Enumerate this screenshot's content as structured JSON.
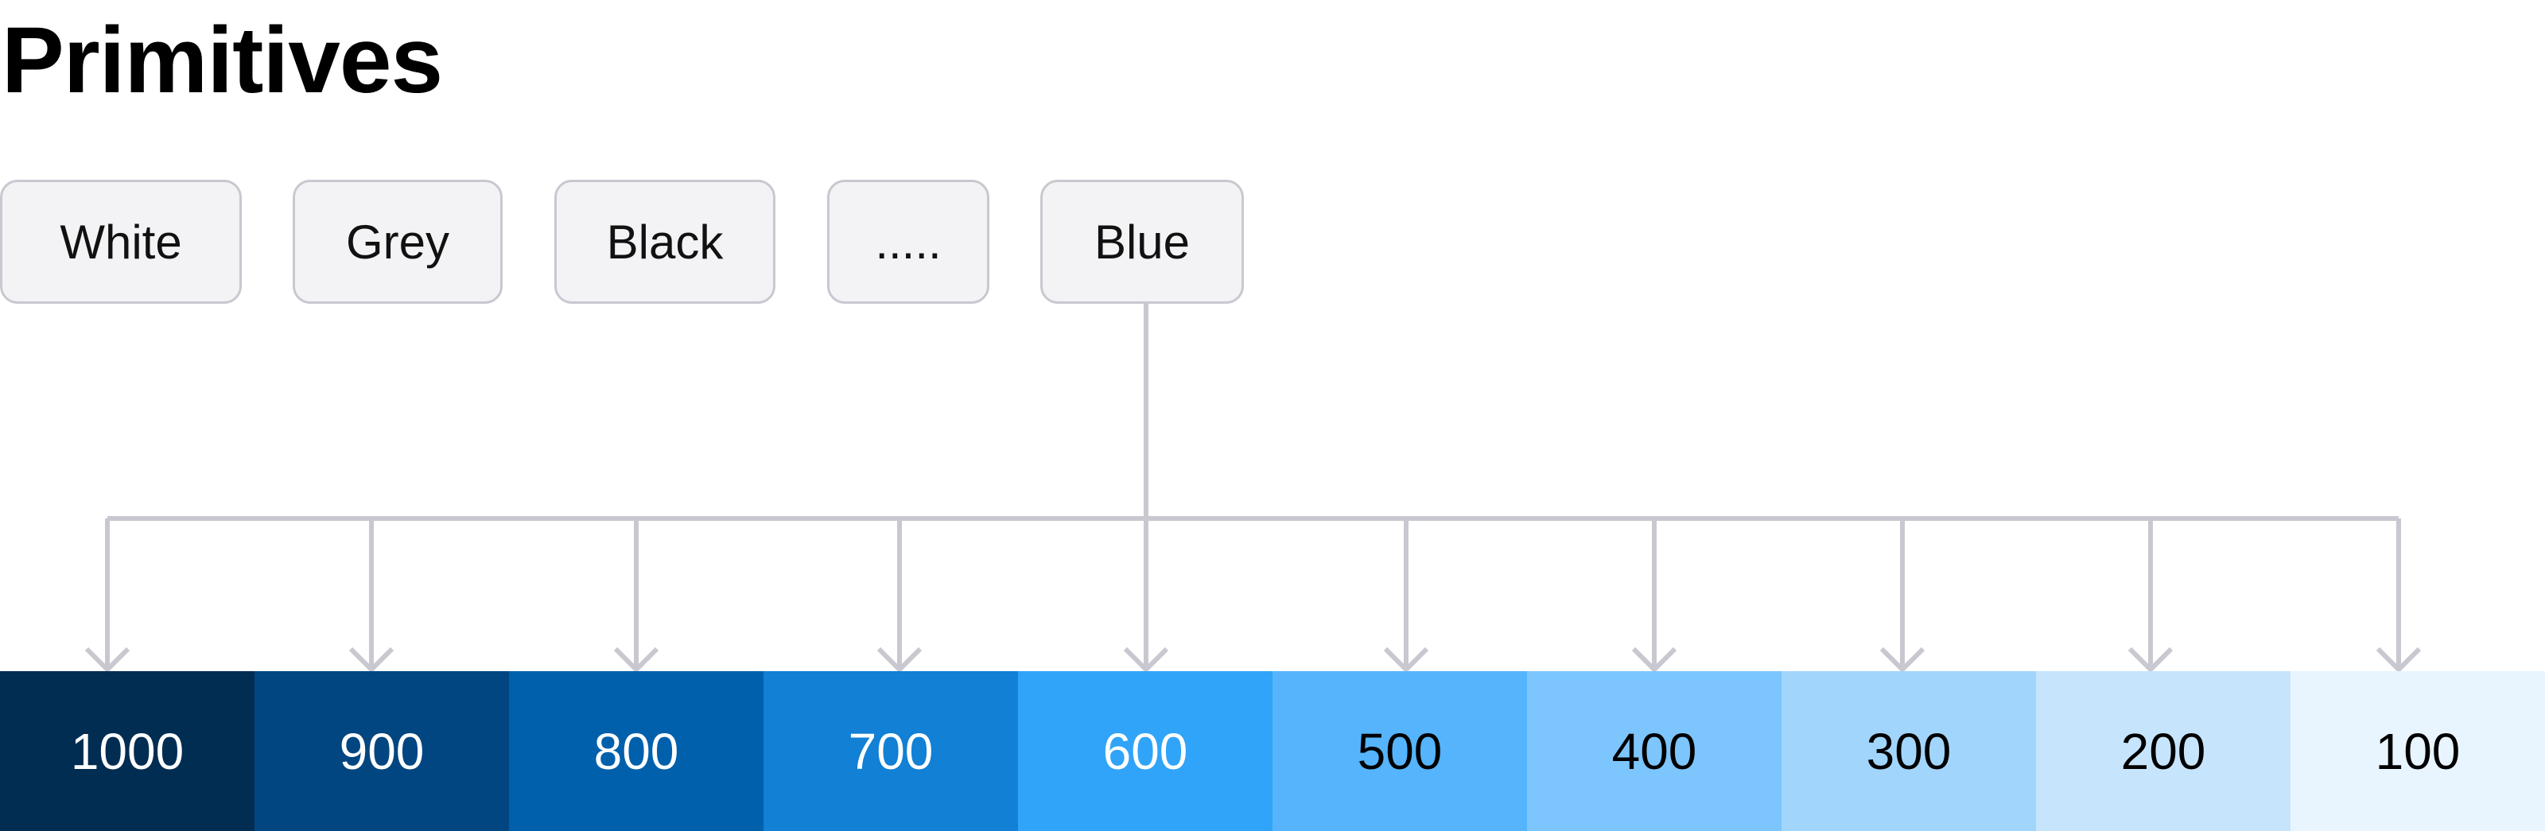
{
  "title": "Primitives",
  "colors": {
    "chip_bg": "#f3f3f5",
    "chip_border": "#c9c8d0",
    "connector": "#c9c8d0"
  },
  "chips": [
    {
      "label": "White"
    },
    {
      "label": "Grey"
    },
    {
      "label": "Black"
    },
    {
      "label": "....."
    },
    {
      "label": "Blue"
    }
  ],
  "swatches": [
    {
      "label": "1000",
      "color": "#012d53",
      "text_color": "#ffffff"
    },
    {
      "label": "900",
      "color": "#014681",
      "text_color": "#ffffff"
    },
    {
      "label": "800",
      "color": "#0060ac",
      "text_color": "#ffffff"
    },
    {
      "label": "700",
      "color": "#1180d5",
      "text_color": "#ffffff"
    },
    {
      "label": "600",
      "color": "#30a4f8",
      "text_color": "#ffffff"
    },
    {
      "label": "500",
      "color": "#55b4fb",
      "text_color": "#000000"
    },
    {
      "label": "400",
      "color": "#7cc5fd",
      "text_color": "#000000"
    },
    {
      "label": "300",
      "color": "#a2d5fc",
      "text_color": "#000000"
    },
    {
      "label": "200",
      "color": "#c6e5fd",
      "text_color": "#000000"
    },
    {
      "label": "100",
      "color": "#e8f5fe",
      "text_color": "#000000"
    }
  ]
}
